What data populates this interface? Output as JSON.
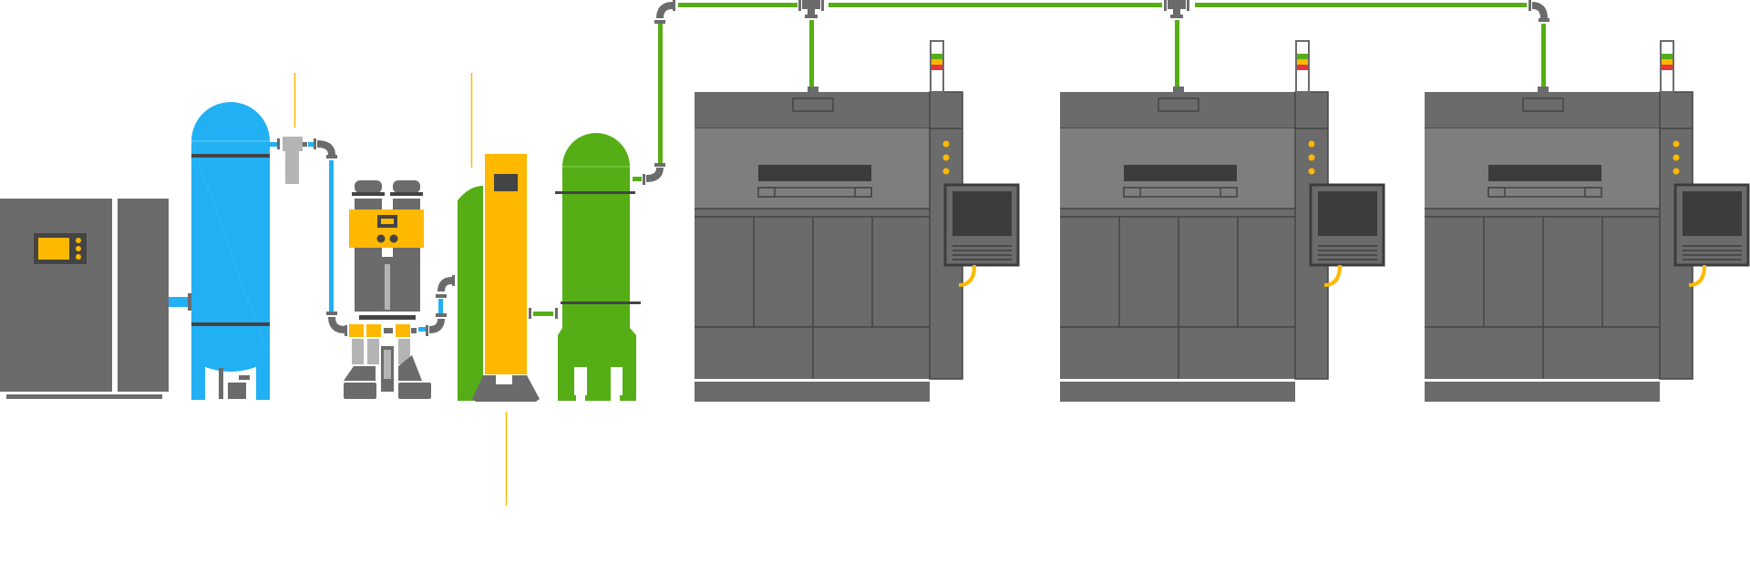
{
  "colors": {
    "machine_gray": "#6b6b6b",
    "dark_gray": "#444444",
    "panel_gray": "#7e7e7e",
    "screen_dark": "#3c3c3c",
    "air_blue": "#22b0f5",
    "gas_green": "#55ae15",
    "accent_yellow": "#ffb800",
    "light_gray": "#b4b4b4",
    "signal_red": "#e8343a"
  },
  "icons": {
    "air_compressor": "compressor-icon",
    "receiver_tank": "air-tank-icon",
    "filter": "filter-icon",
    "dryer": "desiccant-dryer-icon",
    "buffer_tank": "buffer-tank-icon",
    "generator": "nitrogen-generator-icon",
    "nitrogen_tank": "nitrogen-tank-icon",
    "printer": "3d-printer-icon",
    "signal_tower": "signal-tower-icon",
    "control_panel": "control-panel-icon"
  },
  "printer_count": 3,
  "signal_tower_lights": [
    "green",
    "yellow",
    "red"
  ]
}
